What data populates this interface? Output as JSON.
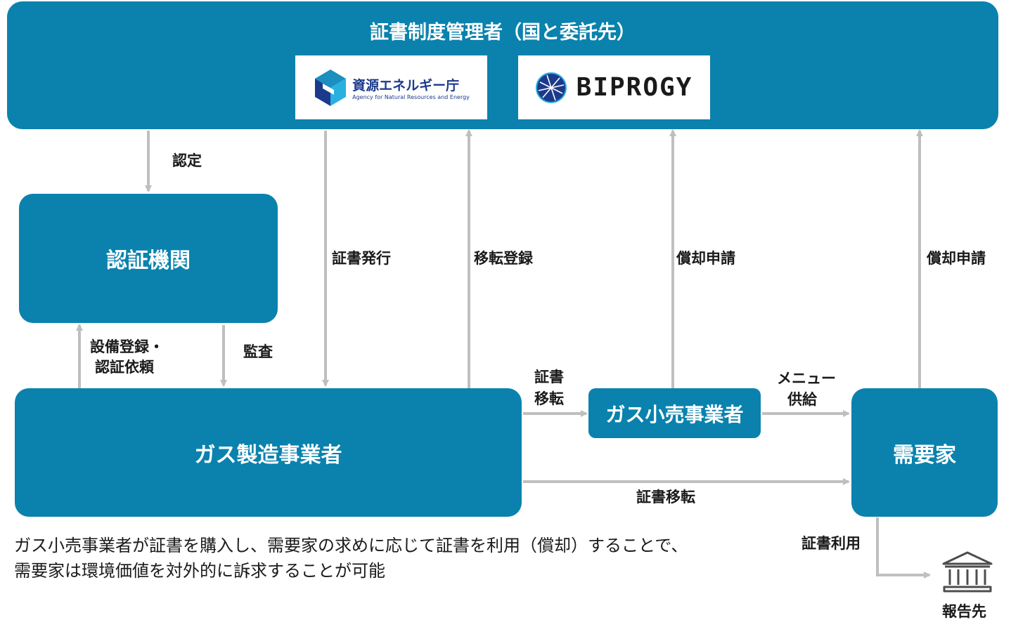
{
  "admin": {
    "title": "証書制度管理者（国と委託先）",
    "logo1": {
      "name": "資源エネルギー庁",
      "sub": "Agency for Natural Resources and Energy"
    },
    "logo2": {
      "name": "BIPROGY"
    }
  },
  "nodes": {
    "certifier": "認証機関",
    "producer": "ガス製造事業者",
    "retailer": "ガス小売事業者",
    "consumer": "需要家",
    "report": "報告先"
  },
  "labels": {
    "certify": "認定",
    "issue": "証書発行",
    "transfer_reg": "移転登録",
    "retire1": "償却申請",
    "retire2": "償却申請",
    "register_line1": "設備登録・",
    "register_line2": "認証依頼",
    "audit": "監査",
    "cert_transfer_line1": "証書",
    "cert_transfer_line2": "移転",
    "menu_line1": "メニュー",
    "menu_line2": "供給",
    "cert_transfer_direct": "証書移転",
    "cert_use": "証書利用"
  },
  "note": {
    "line1": "ガス小売事業者が証書を購入し、需要家の求めに応じて証書を利用（償却）することで、",
    "line2": "需要家は環境価値を対外的に訴求することが可能"
  },
  "colors": {
    "box": "#0a82ad",
    "arrow": "#bfbfbf",
    "logo_navy": "#1c3a8c",
    "logo_teal": "#1a8fc0"
  }
}
